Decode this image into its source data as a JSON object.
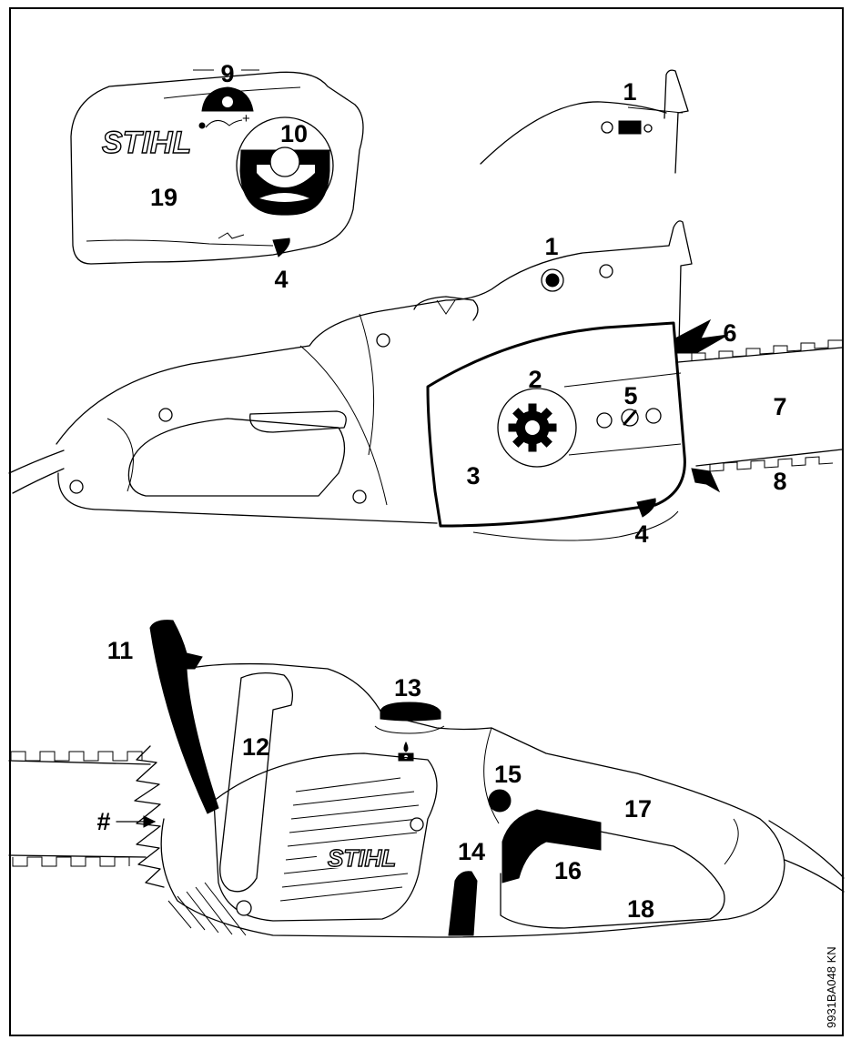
{
  "brand": "STIHL",
  "reference_code": "9931BA048 KN",
  "callouts": {
    "c1a": "1",
    "c1b": "1",
    "c2": "2",
    "c3": "3",
    "c4a": "4",
    "c4b": "4",
    "c5": "5",
    "c6": "6",
    "c7": "7",
    "c8": "8",
    "c9": "9",
    "c10": "10",
    "c11": "11",
    "c12": "12",
    "c13": "13",
    "c14": "14",
    "c15": "15",
    "c16": "16",
    "c17": "17",
    "c18": "18",
    "c19": "19",
    "chash": "#"
  }
}
